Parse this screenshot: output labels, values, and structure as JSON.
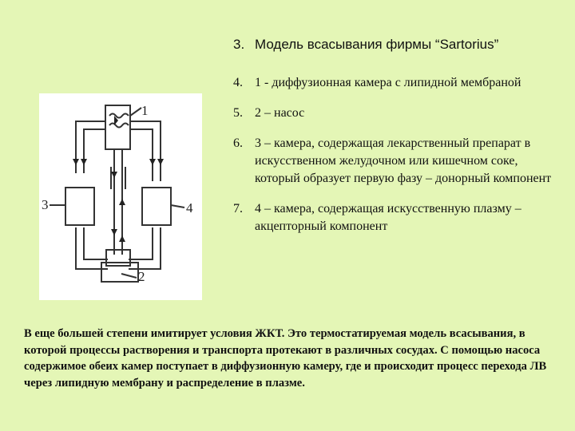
{
  "list": {
    "items": [
      {
        "num": "3.",
        "text": "Модель всасывания  фирмы “Sartorius”"
      },
      {
        "num": "4.",
        "text": "1 - диффузионная камера с липидной мембраной"
      },
      {
        "num": "5.",
        "text": "2 – насос"
      },
      {
        "num": "6.",
        "text": "3 – камера, содержащая лекарственный препарат в искусственном желудочном или кишечном соке, который образует первую фазу – донорный компонент"
      },
      {
        "num": "7.",
        "text": "4 – камера, содержащая искусственную плазму – акцепторный компонент"
      }
    ]
  },
  "figure": {
    "labels": {
      "one": "1",
      "two": "2",
      "three": "3",
      "four": "4"
    }
  },
  "paragraph": "В еще большей степени имитирует условия ЖКТ. Это термостатируемая модель всасывания, в которой процессы растворения и транспорта протекают в различных сосудах. С помощью насоса содержимое обеих камер поступает в диффузионную камеру, где и происходит процесс перехода ЛВ через липидную мембрану и распределение в плазме."
}
